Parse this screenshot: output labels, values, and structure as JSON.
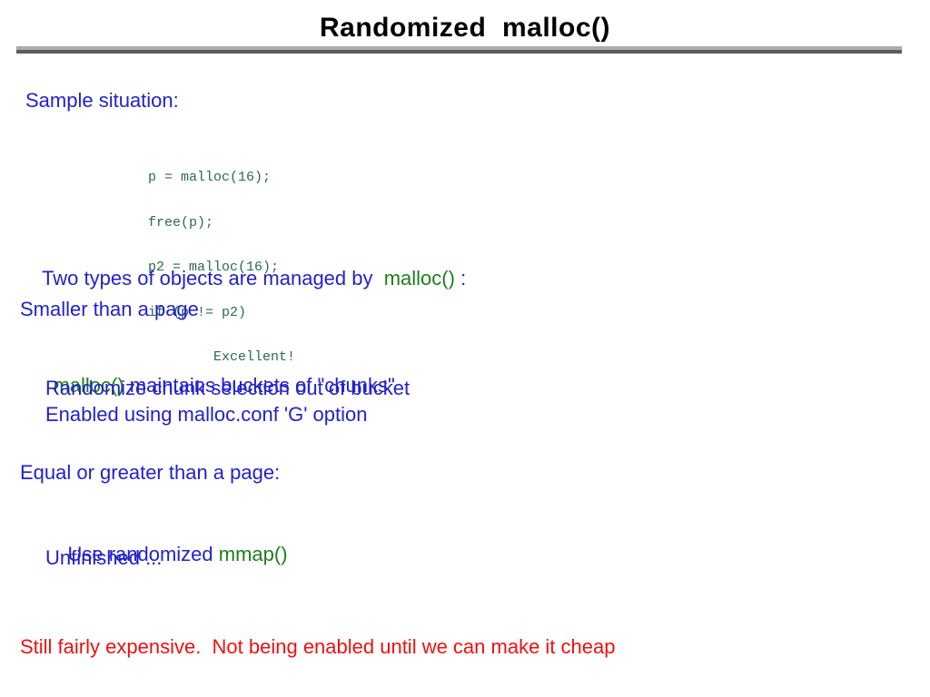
{
  "slide": {
    "title": "Randomized  malloc()",
    "sample_label": "Sample situation:",
    "code_lines": [
      "p = malloc(16);",
      "free(p);",
      "p2 = malloc(16);",
      "if (p != p2)",
      "        Excellent!"
    ],
    "two_types": {
      "prefix": "Two types of objects are managed by  ",
      "keyword": "malloc()",
      "suffix": " :"
    },
    "smaller_heading": "Smaller than a page",
    "bucket_line": {
      "keyword": "malloc()",
      "rest": " maintains buckets of \"chunks\""
    },
    "randomize_line": "Randomize chunk selection out of bucket",
    "enabled_line": "Enabled using malloc.conf 'G' option",
    "equal_heading": "Equal or greater than a page:",
    "mmap_line": {
      "prefix": "Use randomized ",
      "keyword": "mmap()"
    },
    "unfinished_line": "Unfinished ...",
    "footer_note": "Still fairly expensive.  Not being enabled until we can make it cheap",
    "colors": {
      "body_blue": "#2222cc",
      "keyword_green": "#1e7d1e",
      "code_green": "#2a6a4e",
      "warning_red": "#ee1111",
      "title_black": "#000000",
      "rule_light_gray": "#ababab",
      "rule_dark_gray": "#5c5c5c"
    }
  }
}
